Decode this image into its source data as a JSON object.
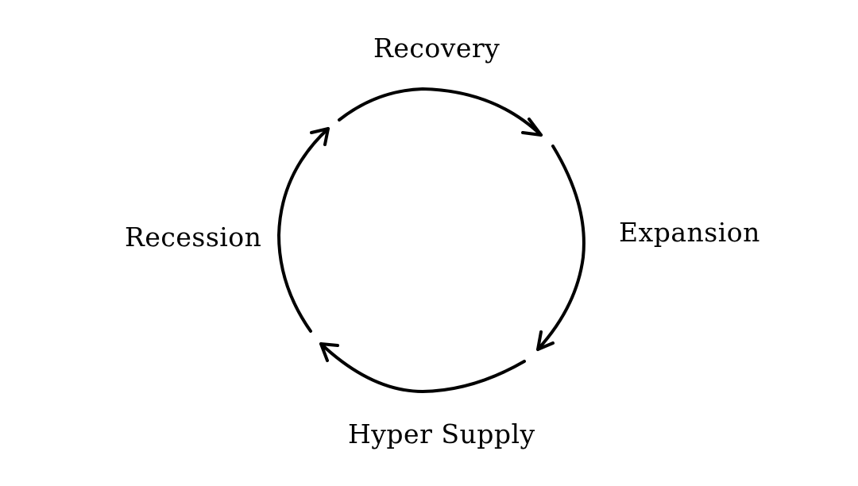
{
  "diagram": {
    "type": "cycle",
    "stages": {
      "top": "Recovery",
      "right": "Expansion",
      "bottom": "Hyper Supply",
      "left": "Recession"
    },
    "flow": [
      "Recovery",
      "Expansion",
      "Hyper Supply",
      "Recession"
    ],
    "direction": "clockwise",
    "stroke_color": "#000000",
    "background_color": "#ffffff"
  }
}
